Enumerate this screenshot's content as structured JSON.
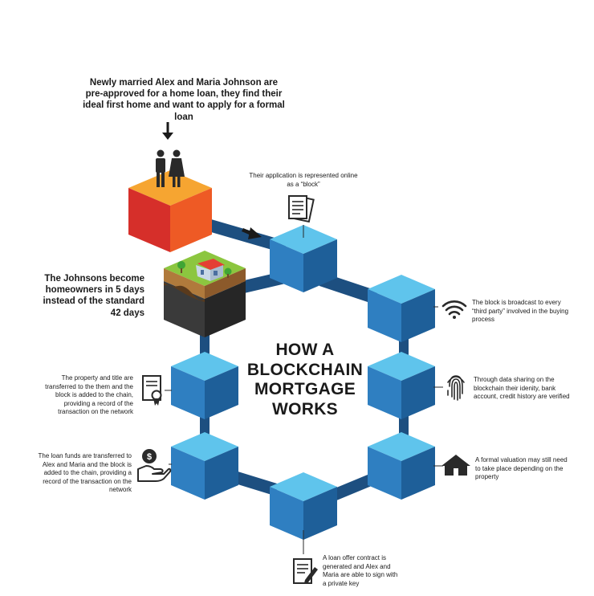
{
  "title": "HOW A BLOCKCHAIN MORTGAGE WORKS",
  "intro": "Newly married Alex and Maria Johnson are pre-approved for a home loan, they find their ideal first home and want to apply for a formal loan",
  "homeowners": "The Johnsons become homeowners in 5 days instead of the standard 42 days",
  "steps": {
    "application": "Their application is represented online as a “block”",
    "broadcast": "The block is broadcast to every “third party” involved in the buying process",
    "verification": "Through data sharing on the blockchain their idenity, bank account, credit history are verified",
    "valuation": "A formal valuation may still need to take place depending on the property",
    "contract": "A loan offer contract is generated and Alex and Maria are able to sign with a private key",
    "funds": "The loan funds are transferred to Alex and Maria and the block is added to the chain, providing a record of the transaction on the network",
    "title_transfer": "The property and title are transferred to the them and the block is added to the chain, providing a record of the transaction on the network"
  },
  "colors": {
    "cube_top": "#5fc4ec",
    "cube_left": "#2f7fc1",
    "cube_right": "#1e5f99",
    "connector": "#1d4f80",
    "orange_top": "#f6a531",
    "orange_left": "#d62f2a",
    "orange_right": "#ee5a25",
    "ink": "#1a1a1a"
  },
  "icons": [
    "couple-icon",
    "document-icon",
    "wifi-icon",
    "fingerprint-icon",
    "house-icon",
    "contract-sign-icon",
    "money-hand-icon",
    "certificate-icon",
    "arrow-icon"
  ]
}
